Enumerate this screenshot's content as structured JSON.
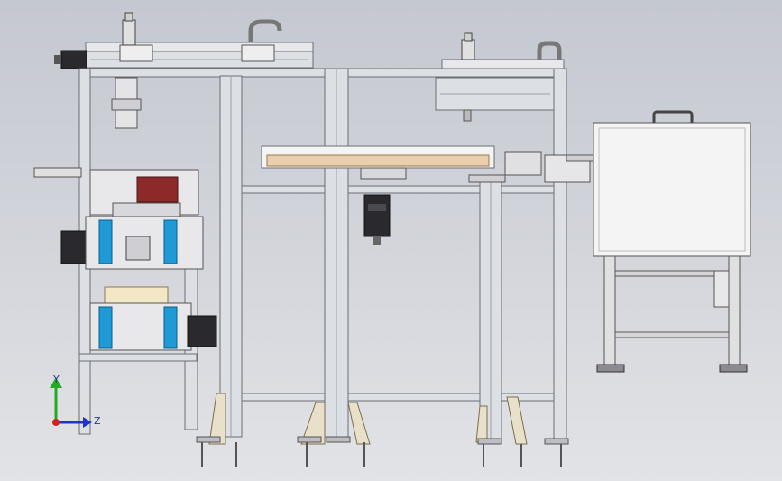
{
  "viewport": {
    "background_top": "#c4c8d0",
    "background_bottom": "#e2e3e6"
  },
  "colors": {
    "aluminum": "#dcdfe4",
    "aluminum_edge": "#6a6e75",
    "carriage": "#e8e8ea",
    "motor_dark": "#2a2a2e",
    "belt_blue": "#1e9ad6",
    "clamp_red": "#8c2a2a",
    "wood_tray": "#e9cfae",
    "wood_block": "#f3e7c6",
    "foot_plate": "#e8e0c8",
    "cabinet": "#f4f4f4",
    "axis_x": "#cc2222",
    "axis_y": "#22aa22",
    "axis_z": "#2233cc"
  },
  "triad": {
    "y_label": "Y",
    "z_label": "Z",
    "x_icon": "x-axis-arrow-icon",
    "y_icon": "y-axis-arrow-icon",
    "z_icon": "z-axis-arrow-icon"
  },
  "model_parts": [
    "top-linear-module",
    "right-linear-module",
    "left-lift-module",
    "rotary-table",
    "servo-motor",
    "vertical-frame-posts",
    "leveling-feet",
    "control-cabinet"
  ]
}
